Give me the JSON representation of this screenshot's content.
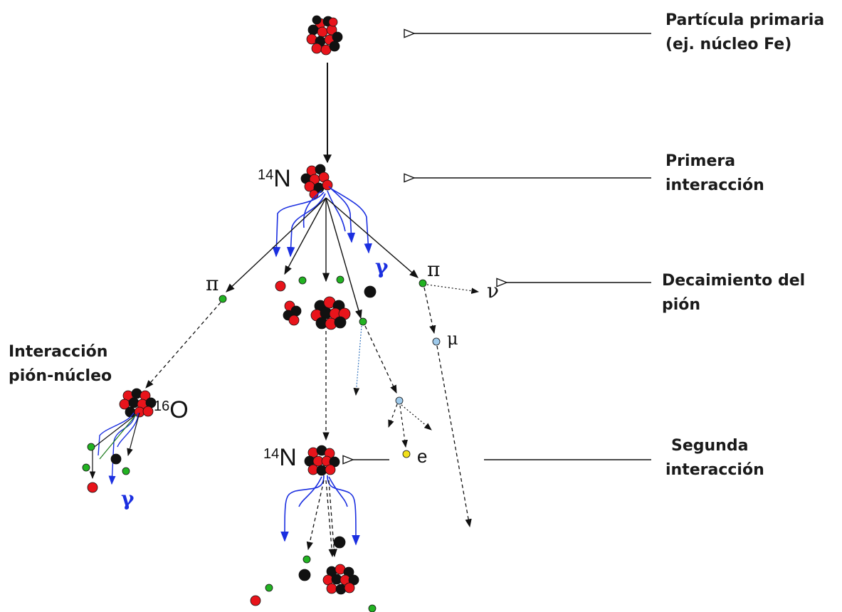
{
  "labels": {
    "primary_line1": "Partícula primaria",
    "primary_line2": "(ej. núcleo Fe)",
    "first_line1": "Primera",
    "first_line2": "interacción",
    "decay_line1": "Decaimiento del",
    "decay_line2": "pión",
    "pion_line1": "Interacción",
    "pion_line2": "pión-núcleo",
    "second_line1": "Segunda",
    "second_line2": "interacción"
  },
  "symbols": {
    "n14_mass": "14",
    "n14_elem": "N",
    "o16_mass": "16",
    "o16_elem": "O",
    "n14b_mass": "14",
    "n14b_elem": "N",
    "pi_left": "π",
    "pi_right": "π",
    "gamma_top": "γ",
    "gamma_bottom": "γ",
    "nu": "ν",
    "mu": "μ",
    "e": "e"
  },
  "colors": {
    "proton": "#e8141b",
    "neutron": "#111111",
    "pion": "#22b322",
    "muon": "#9ec9ea",
    "electron": "#f2e01a",
    "gamma": "#1b2fe0",
    "line": "#111111"
  }
}
